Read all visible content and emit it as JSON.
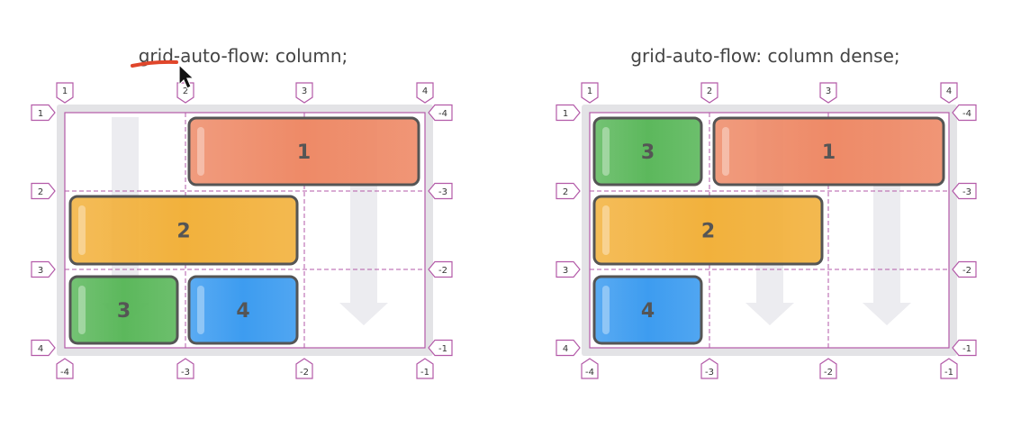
{
  "panels": [
    {
      "title": "grid-auto-flow: column;",
      "col_markers_top": [
        "1",
        "2",
        "3",
        "4"
      ],
      "col_markers_bottom": [
        "-4",
        "-3",
        "-2",
        "-1"
      ],
      "row_markers_left": [
        "1",
        "2",
        "3",
        "4"
      ],
      "row_markers_right": [
        "-4",
        "-3",
        "-2",
        "-1"
      ],
      "items": [
        {
          "label": "1",
          "color": "#ee8a67"
        },
        {
          "label": "2",
          "color": "#f2b13c"
        },
        {
          "label": "3",
          "color": "#5cb85c"
        },
        {
          "label": "4",
          "color": "#3d9cf0"
        }
      ]
    },
    {
      "title": "grid-auto-flow: column dense;",
      "col_markers_top": [
        "1",
        "2",
        "3",
        "4"
      ],
      "col_markers_bottom": [
        "-4",
        "-3",
        "-2",
        "-1"
      ],
      "row_markers_left": [
        "1",
        "2",
        "3",
        "4"
      ],
      "row_markers_right": [
        "-4",
        "-3",
        "-2",
        "-1"
      ],
      "items": [
        {
          "label": "3",
          "color": "#5cb85c"
        },
        {
          "label": "1",
          "color": "#ee8a67"
        },
        {
          "label": "2",
          "color": "#f2b13c"
        },
        {
          "label": "4",
          "color": "#3d9cf0"
        }
      ]
    }
  ],
  "colors": {
    "grid_line": "#b35aa8",
    "frame": "#e3e3e6",
    "item_border": "#555555",
    "arrow": "#ececf0",
    "accent_underline": "#e0462b"
  },
  "icons": [
    "cursor-arrow-icon"
  ]
}
